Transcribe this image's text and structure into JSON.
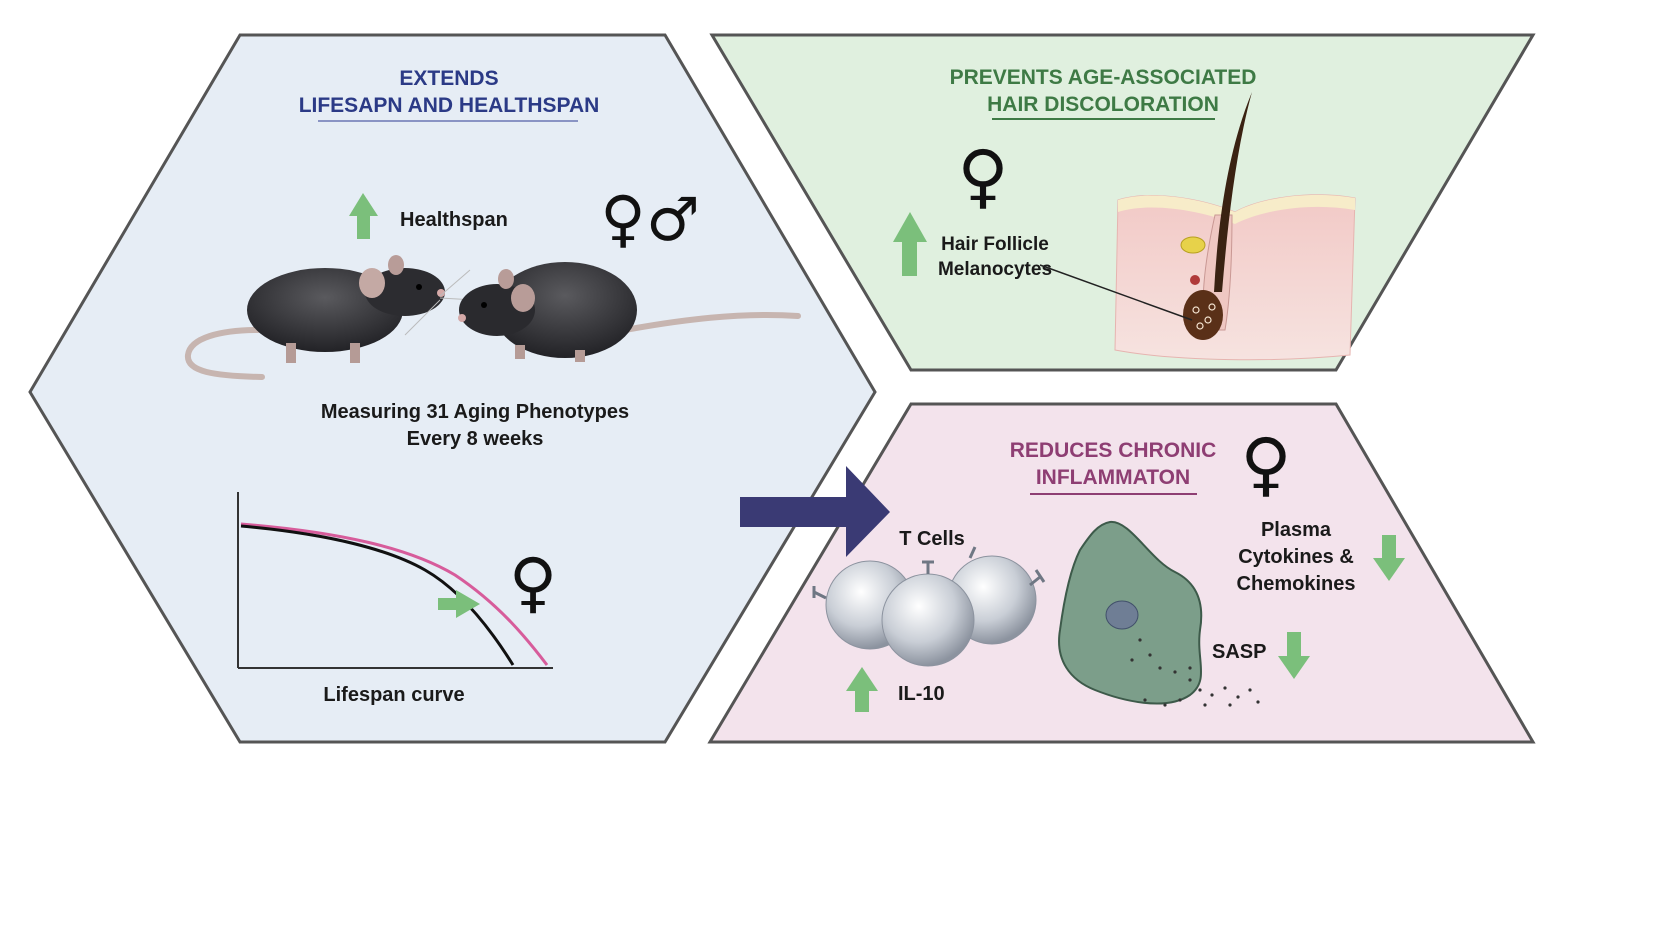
{
  "left_panel": {
    "title_line1": "EXTENDS",
    "title_line2": "LIFESAPN AND HEALTHSPAN",
    "healthspan_label": "Healthspan",
    "measure_line1": "Measuring 31 Aging Phenotypes",
    "measure_line2": "Every 8 weeks",
    "curve_caption": "Lifespan curve",
    "female_symbol": "♀",
    "male_symbol": "♂"
  },
  "top_right_panel": {
    "title_line1": "PREVENTS AGE-ASSOCIATED",
    "title_line2": "HAIR DISCOLORATION",
    "label_line1": "Hair Follicle",
    "label_line2": "Melanocytes",
    "female_symbol": "♀"
  },
  "bottom_right_panel": {
    "title_line1": "REDUCES CHRONIC",
    "title_line2": "INFLAMMATON",
    "t_cells_label": "T Cells",
    "il10_label": "IL-10",
    "plasma_line1": "Plasma",
    "plasma_line2": "Cytokines &",
    "plasma_line3": "Chemokines",
    "sasp_label": "SASP",
    "female_symbol": "♀"
  },
  "colors": {
    "left_bg": "#e6edf5",
    "top_right_bg": "#e0f0df",
    "bottom_right_bg": "#f3e3ec",
    "left_title": "#2b3a86",
    "top_right_title": "#3e7a45",
    "bottom_right_title": "#8e3e73",
    "green_arrow": "#7bbf7b",
    "navy_arrow": "#3a3a74",
    "curve_pink": "#d75c9b",
    "curve_black": "#111111"
  }
}
